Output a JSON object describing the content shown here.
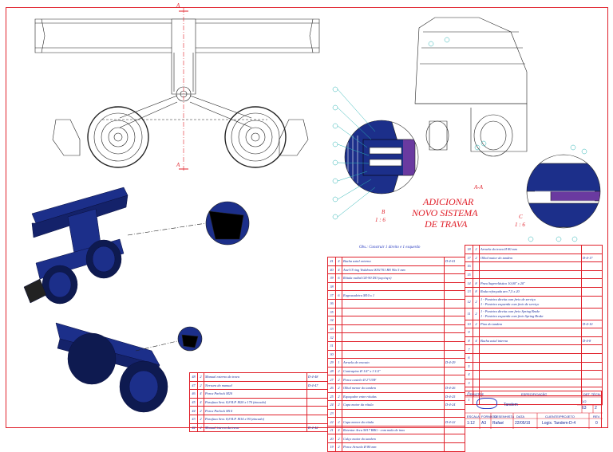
{
  "section_label": "A",
  "view_labels": {
    "section_aa": "A-A",
    "detail_b": "B",
    "detail_b_scale": "1 : 6",
    "detail_c": "C",
    "detail_c_scale": "1 : 6"
  },
  "notes": {
    "add_line1": "ADICIONAR",
    "add_line2": "NOVO SISTEMA",
    "add_line3": "DE TRAVA",
    "obs": "Obs.: Construir 1 direito e 1 esquerdo"
  },
  "bom_middle": [
    {
      "item": "41",
      "qty": "4",
      "desc": "Bucha axial externa",
      "ref": "D-4-41"
    },
    {
      "item": "40",
      "qty": "4",
      "desc": "Anel O'ring Vedabras 0051701 BN 90x 5 mm",
      "ref": ""
    },
    {
      "item": "39",
      "qty": "6",
      "desc": "Rótula radial GE-90 DO (aço/aço)",
      "ref": ""
    },
    {
      "item": "38",
      "qty": "",
      "desc": "",
      "ref": ""
    },
    {
      "item": "37",
      "qty": "6",
      "desc": "Engraxadeira M10 x 1",
      "ref": ""
    },
    {
      "item": "36",
      "qty": "",
      "desc": "",
      "ref": ""
    },
    {
      "item": "35",
      "qty": "",
      "desc": "",
      "ref": ""
    },
    {
      "item": "34",
      "qty": "",
      "desc": "",
      "ref": ""
    },
    {
      "item": "33",
      "qty": "",
      "desc": "",
      "ref": ""
    },
    {
      "item": "32",
      "qty": "",
      "desc": "",
      "ref": ""
    },
    {
      "item": "31",
      "qty": "",
      "desc": "",
      "ref": ""
    },
    {
      "item": "30",
      "qty": "",
      "desc": "",
      "ref": ""
    },
    {
      "item": "29",
      "qty": "1",
      "desc": "Arruela de encosto",
      "ref": "D-4-29"
    },
    {
      "item": "28",
      "qty": "2",
      "desc": "Contrapino Ø 1/4\" x 3 1/2\"",
      "ref": ""
    },
    {
      "item": "27",
      "qty": "2",
      "desc": "Porca castelo Ø 2\"UNF",
      "ref": ""
    },
    {
      "item": "26",
      "qty": "2",
      "desc": "Olhal menor do tandem",
      "ref": "D-4-26"
    },
    {
      "item": "25",
      "qty": "2",
      "desc": "Espaçador entre rótulas",
      "ref": "D-4-25"
    },
    {
      "item": "24",
      "qty": "2",
      "desc": "Capa maior da rótula",
      "ref": "D-4-24"
    },
    {
      "item": "23",
      "qty": "",
      "desc": "",
      "ref": ""
    },
    {
      "item": "22",
      "qty": "2",
      "desc": "Capa menor da rótula",
      "ref": "D-4-22"
    },
    {
      "item": "21",
      "qty": "4",
      "desc": "Retentor Arca 5817 BRG - com mola de inox",
      "ref": ""
    },
    {
      "item": "20",
      "qty": "2",
      "desc": "Calço maior do tandem",
      "ref": ""
    },
    {
      "item": "19",
      "qty": "2",
      "desc": "Porca Arruela Ø 80 mm",
      "ref": ""
    }
  ],
  "bom_right": [
    {
      "item": "18",
      "qty": "2",
      "desc": "Arruela da trava Ø 80 mm",
      "ref": ""
    },
    {
      "item": "17",
      "qty": "2",
      "desc": "Olhal maior do tandem",
      "ref": "D-4-17"
    },
    {
      "item": "16",
      "qty": "",
      "desc": "",
      "ref": ""
    },
    {
      "item": "15",
      "qty": "",
      "desc": "",
      "ref": ""
    },
    {
      "item": "14",
      "qty": "8",
      "desc": "Pneu Superelástico 10,00\" x 20\"",
      "ref": ""
    },
    {
      "item": "13",
      "qty": "8",
      "desc": "Roda reforçada aro 7,5 x 20",
      "ref": ""
    },
    {
      "item": "12",
      "qty": "2",
      "desc": "1 - Ponteira direita com freio de serviço",
      "desc2": "1 - Ponteira esquerda com freio de serviço",
      "ref": ""
    },
    {
      "item": "11",
      "qty": "2",
      "desc": "1 - Ponteira direita com freio Spring Brake",
      "desc2": "1 - Ponteira esquerda com freio Spring Brake",
      "ref": ""
    },
    {
      "item": "10",
      "qty": "2",
      "desc": "Pino do tandem",
      "ref": "D-4-10"
    },
    {
      "item": "9",
      "qty": "",
      "desc": "",
      "ref": ""
    },
    {
      "item": "8",
      "qty": "4",
      "desc": "Bucha axial interna",
      "ref": "D-4-8"
    },
    {
      "item": "7",
      "qty": "",
      "desc": "",
      "ref": ""
    },
    {
      "item": "6",
      "qty": "",
      "desc": "",
      "ref": ""
    },
    {
      "item": "5",
      "qty": "",
      "desc": "",
      "ref": ""
    },
    {
      "item": "4",
      "qty": "",
      "desc": "",
      "ref": ""
    },
    {
      "item": "3",
      "qty": "",
      "desc": "",
      "ref": ""
    },
    {
      "item": "2",
      "qty": "",
      "desc": "",
      "ref": ""
    },
    {
      "item": "1",
      "qty": "",
      "desc": "",
      "ref": ""
    }
  ],
  "bom_left": [
    {
      "item": "48",
      "qty": "2",
      "desc": "Manual externo da trava",
      "ref": "D-4-48"
    },
    {
      "item": "47",
      "qty": "2",
      "desc": "Nervura do manual",
      "ref": "D-4-47"
    },
    {
      "item": "46",
      "qty": "4",
      "desc": "Porca Parlock M20",
      "ref": ""
    },
    {
      "item": "45",
      "qty": "4",
      "desc": "Parafuso Sext. 8,8 R.P.  M20 x 170 (zincado)",
      "ref": ""
    },
    {
      "item": "44",
      "qty": "2",
      "desc": "Porca Parlock M14",
      "ref": ""
    },
    {
      "item": "43",
      "qty": "2",
      "desc": "Parafuso Sext. 8,8 R.P.  M14 x 90 (zincado)",
      "ref": ""
    },
    {
      "item": "42",
      "qty": "2",
      "desc": "Manual interno da trava",
      "ref": "D-4-42"
    }
  ],
  "title_block": {
    "col_item": "ITEM",
    "col_qty": "QTDE",
    "col_spec": "ESPECIFICAÇÃO",
    "col_det": "DET. TÉCN.",
    "company": "Tandem",
    "lbl_escala": "ESCALA",
    "lbl_formato": "FORMATO",
    "lbl_desenhista": "DESENHISTA",
    "lbl_data": "DATA",
    "lbl_cliente": "CLIENTE/PROJETO",
    "lbl_rev": "REV.",
    "lbl_des": "DES. FOLHA",
    "escala": "1:12",
    "formato": "A3",
    "desenhista": "Rafael",
    "data": "22/05/19",
    "cliente": "Logix. Tandem-D-4",
    "rev": "0",
    "folha": "1/2",
    "des": "63",
    "des2": "2"
  },
  "colors": {
    "frame": "#e0202a",
    "part_blue": "#1c2f8a",
    "ink": "#222222"
  }
}
